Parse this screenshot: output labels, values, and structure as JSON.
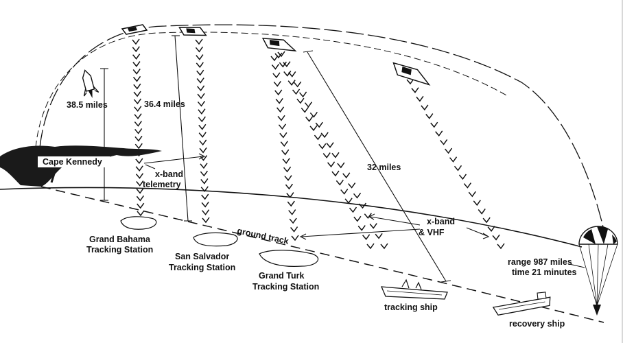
{
  "labels": {
    "alt1": "38.5 miles",
    "alt2": "36.4 miles",
    "alt3": "32 miles",
    "cape": "Cape Kennedy",
    "xband1_a": "x-band",
    "xband1_b": "telemetry",
    "gbahama_a": "Grand Bahama",
    "gbahama_b": "Tracking Station",
    "ssalv_a": "San Salvador",
    "ssalv_b": "Tracking Station",
    "gturk_a": "Grand Turk",
    "gturk_b": "Tracking Station",
    "ground": "ground track",
    "xband2_a": "x-band",
    "xband2_b": "& VHF",
    "range": "range 987 miles",
    "time": "time 21 minutes",
    "tship": "tracking ship",
    "rship": "recovery ship"
  },
  "colors": {
    "ink": "#111111",
    "paper": "#ffffff"
  }
}
